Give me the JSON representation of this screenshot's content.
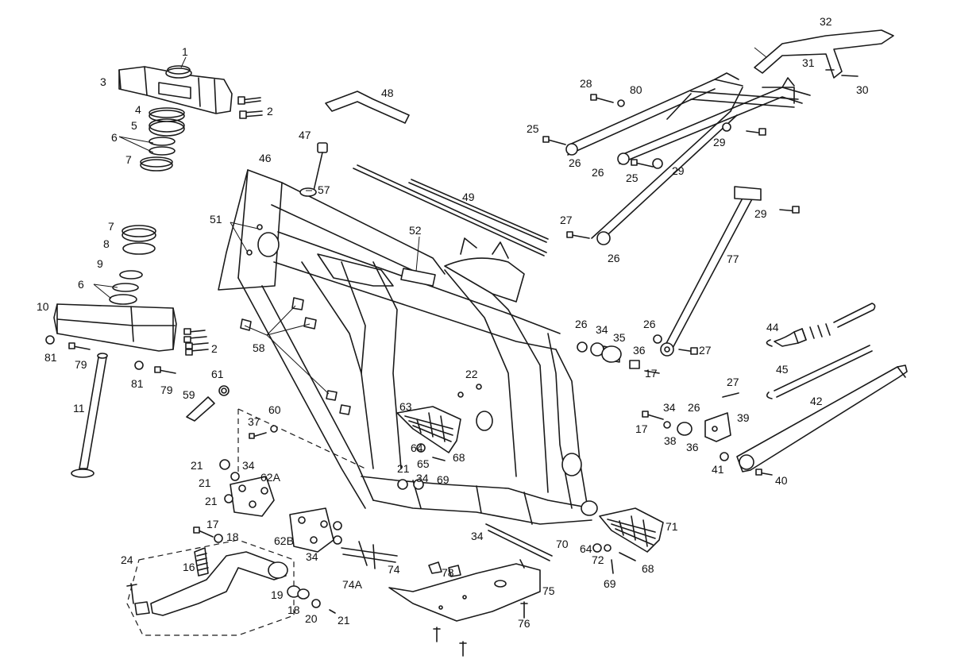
{
  "colors": {
    "line": "#1a1a1a",
    "background": "#ffffff"
  },
  "callouts": [
    {
      "id": "c1",
      "text": "1"
    },
    {
      "id": "c2a",
      "text": "2"
    },
    {
      "id": "c3",
      "text": "3"
    },
    {
      "id": "c4",
      "text": "4"
    },
    {
      "id": "c5",
      "text": "5"
    },
    {
      "id": "c6a",
      "text": "6"
    },
    {
      "id": "c7a",
      "text": "7"
    },
    {
      "id": "c7b",
      "text": "7"
    },
    {
      "id": "c8",
      "text": "8"
    },
    {
      "id": "c9",
      "text": "9"
    },
    {
      "id": "c6b",
      "text": "6"
    },
    {
      "id": "c10",
      "text": "10"
    },
    {
      "id": "c2b",
      "text": "2"
    },
    {
      "id": "c81a",
      "text": "81"
    },
    {
      "id": "c79a",
      "text": "79"
    },
    {
      "id": "c81b",
      "text": "81"
    },
    {
      "id": "c79b",
      "text": "79"
    },
    {
      "id": "c11",
      "text": "11"
    },
    {
      "id": "c59",
      "text": "59"
    },
    {
      "id": "c61",
      "text": "61"
    },
    {
      "id": "c46",
      "text": "46"
    },
    {
      "id": "c47",
      "text": "47"
    },
    {
      "id": "c57",
      "text": "57"
    },
    {
      "id": "c48",
      "text": "48"
    },
    {
      "id": "c49",
      "text": "49"
    },
    {
      "id": "c51",
      "text": "51"
    },
    {
      "id": "c52",
      "text": "52"
    },
    {
      "id": "c58",
      "text": "58"
    },
    {
      "id": "c37",
      "text": "37"
    },
    {
      "id": "c60",
      "text": "60"
    },
    {
      "id": "c21a",
      "text": "21"
    },
    {
      "id": "c34a",
      "text": "34"
    },
    {
      "id": "c21b",
      "text": "21"
    },
    {
      "id": "c62a",
      "text": "62A"
    },
    {
      "id": "c21c",
      "text": "21"
    },
    {
      "id": "c17a",
      "text": "17"
    },
    {
      "id": "c18a",
      "text": "18"
    },
    {
      "id": "c24",
      "text": "24"
    },
    {
      "id": "c16",
      "text": "16"
    },
    {
      "id": "c62b",
      "text": "62B"
    },
    {
      "id": "c34b",
      "text": "34"
    },
    {
      "id": "c19",
      "text": "19"
    },
    {
      "id": "c18b",
      "text": "18"
    },
    {
      "id": "c20",
      "text": "20"
    },
    {
      "id": "c21d",
      "text": "21"
    },
    {
      "id": "c74a",
      "text": "74A"
    },
    {
      "id": "c74",
      "text": "74"
    },
    {
      "id": "c78",
      "text": "78"
    },
    {
      "id": "c75",
      "text": "75"
    },
    {
      "id": "c76",
      "text": "76"
    },
    {
      "id": "c22",
      "text": "22"
    },
    {
      "id": "c63",
      "text": "63"
    },
    {
      "id": "c64a",
      "text": "64"
    },
    {
      "id": "c65",
      "text": "65"
    },
    {
      "id": "c68a",
      "text": "68"
    },
    {
      "id": "c21e",
      "text": "21"
    },
    {
      "id": "c34c",
      "text": "34"
    },
    {
      "id": "c69a",
      "text": "69"
    },
    {
      "id": "c34d",
      "text": "34"
    },
    {
      "id": "c70",
      "text": "70"
    },
    {
      "id": "c71",
      "text": "71"
    },
    {
      "id": "c64b",
      "text": "64"
    },
    {
      "id": "c72",
      "text": "72"
    },
    {
      "id": "c68b",
      "text": "68"
    },
    {
      "id": "c69b",
      "text": "69"
    },
    {
      "id": "c32",
      "text": "32"
    },
    {
      "id": "c31",
      "text": "31"
    },
    {
      "id": "c30",
      "text": "30"
    },
    {
      "id": "c28",
      "text": "28"
    },
    {
      "id": "c80",
      "text": "80"
    },
    {
      "id": "c25a",
      "text": "25"
    },
    {
      "id": "c26a",
      "text": "26"
    },
    {
      "id": "c29a",
      "text": "29"
    },
    {
      "id": "c26b",
      "text": "26"
    },
    {
      "id": "c25b",
      "text": "25"
    },
    {
      "id": "c29b",
      "text": "29"
    },
    {
      "id": "c29c",
      "text": "29"
    },
    {
      "id": "c27a",
      "text": "27"
    },
    {
      "id": "c26c",
      "text": "26"
    },
    {
      "id": "c77",
      "text": "77"
    },
    {
      "id": "c26d",
      "text": "26"
    },
    {
      "id": "c34e",
      "text": "34"
    },
    {
      "id": "c35",
      "text": "35"
    },
    {
      "id": "c26e",
      "text": "26"
    },
    {
      "id": "c36a",
      "text": "36"
    },
    {
      "id": "c27b",
      "text": "27"
    },
    {
      "id": "c17b",
      "text": "17"
    },
    {
      "id": "c44",
      "text": "44"
    },
    {
      "id": "c45",
      "text": "45"
    },
    {
      "id": "c27c",
      "text": "27"
    },
    {
      "id": "c42",
      "text": "42"
    },
    {
      "id": "c17c",
      "text": "17"
    },
    {
      "id": "c34f",
      "text": "34"
    },
    {
      "id": "c26f",
      "text": "26"
    },
    {
      "id": "c39",
      "text": "39"
    },
    {
      "id": "c38",
      "text": "38"
    },
    {
      "id": "c36b",
      "text": "36"
    },
    {
      "id": "c41",
      "text": "41"
    },
    {
      "id": "c40",
      "text": "40"
    }
  ]
}
